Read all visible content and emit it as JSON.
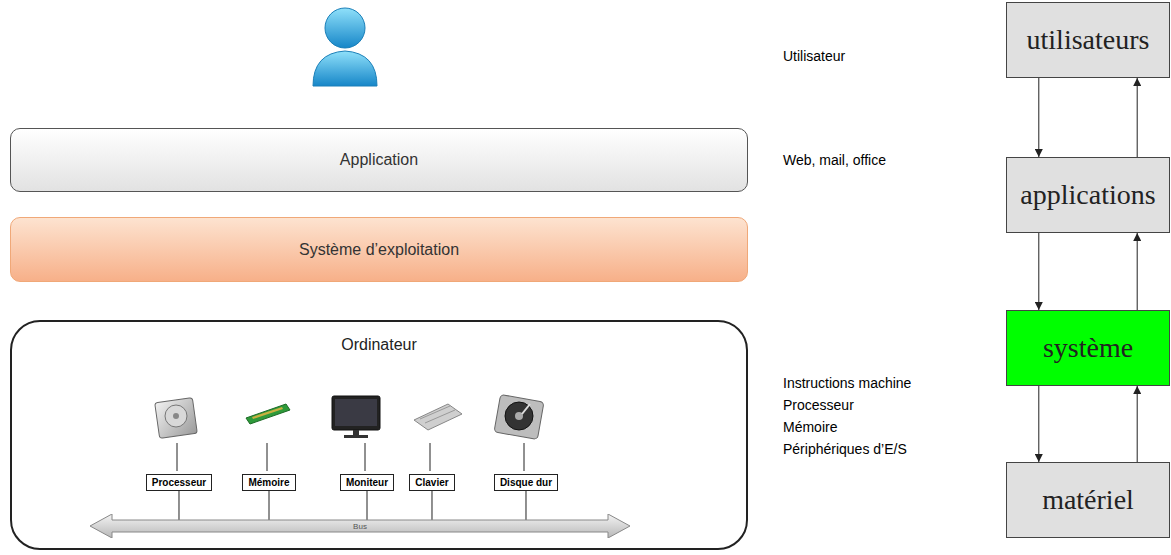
{
  "diagram": {
    "nodes": [
      {
        "text": [
          "Application"
        ]
      },
      {
        "text": [
          "Système d’exploitation"
        ]
      },
      {
        "text": [
          "Ordinateur"
        ]
      },
      {
        "text": [
          "Processeur"
        ],
        "in": 2
      },
      {
        "text": [
          "Mémoire"
        ],
        "in": 2
      },
      {
        "text": [
          "Moniteur"
        ],
        "in": 2
      },
      {
        "text": [
          "Clavier"
        ],
        "in": 2
      },
      {
        "text": [
          "Disque dur"
        ],
        "in": 2
      },
      {
        "text": [
          "Bus"
        ],
        "in": 2
      },
      {
        "text": [
          "utilisateurs"
        ]
      },
      {
        "text": [
          "applications"
        ]
      },
      {
        "text": [
          "système"
        ]
      },
      {
        "text": [
          "matériel"
        ]
      }
    ],
    "edges": [
      {
        "from": 3,
        "to": 8,
        "arrow": "none"
      },
      {
        "from": 4,
        "to": 8,
        "arrow": "none"
      },
      {
        "from": 5,
        "to": 8,
        "arrow": "none"
      },
      {
        "from": 6,
        "to": 8,
        "arrow": "none"
      },
      {
        "from": 7,
        "to": 8,
        "arrow": "none"
      },
      {
        "from": 9,
        "to": 10,
        "arrow": "to"
      },
      {
        "from": 10,
        "to": 9,
        "arrow": "to"
      },
      {
        "from": 10,
        "to": 11,
        "arrow": "to"
      },
      {
        "from": 11,
        "to": 10,
        "arrow": "to"
      },
      {
        "from": 11,
        "to": 12,
        "arrow": "to"
      },
      {
        "from": 12,
        "to": 11,
        "arrow": "to"
      }
    ],
    "labels": [
      "Utilisateur",
      "Web, mail, office",
      "Instructions machine",
      "Processeur",
      "Mémoire",
      "Périphériques d’E/S"
    ]
  }
}
